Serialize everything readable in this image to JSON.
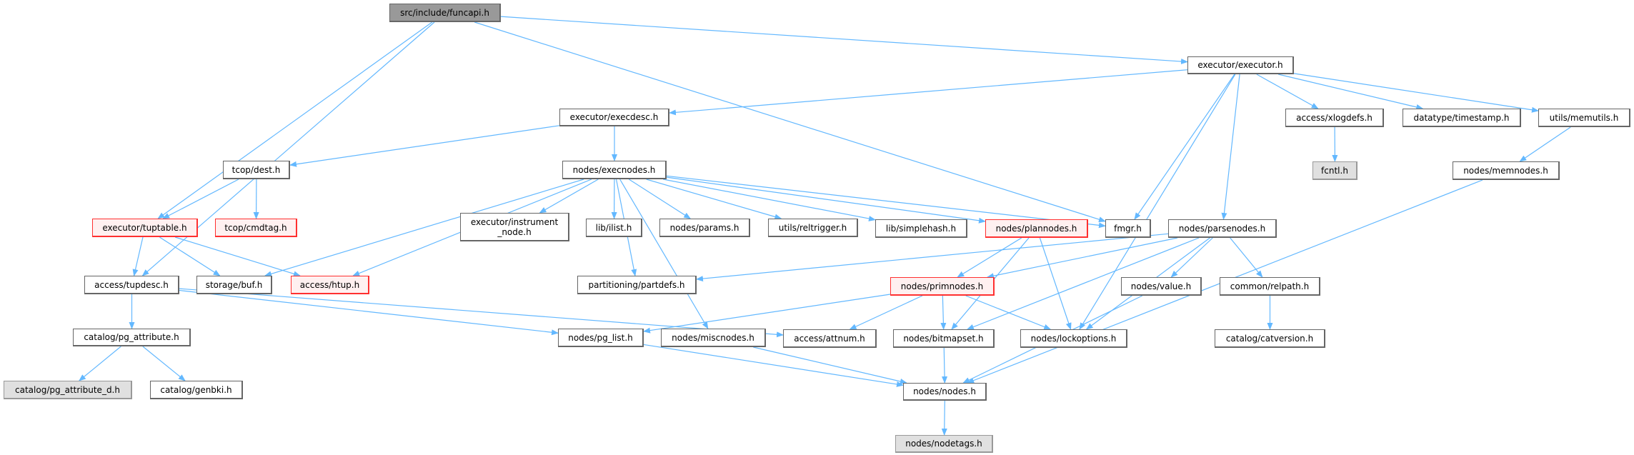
{
  "colors": {
    "edge": "#63b8ff",
    "border": "#666666",
    "red_border": "#ff3030",
    "red_fill": "#fff0f0",
    "gray_fill": "#e0e0e0",
    "root_fill": "#999999"
  },
  "nodes": {
    "funcapi": "src/include/funcapi.h",
    "executor": "executor/executor.h",
    "execdesc": "executor/execdesc.h",
    "xlogdefs": "access/xlogdefs.h",
    "timestamp": "datatype/timestamp.h",
    "memutils": "utils/memutils.h",
    "dest": "tcop/dest.h",
    "execnodes": "nodes/execnodes.h",
    "fcntl": "fcntl.h",
    "memnodes": "nodes/memnodes.h",
    "tuptable": "executor/tuptable.h",
    "cmdtag": "tcop/cmdtag.h",
    "instrument": "executor/instrument\n_node.h",
    "ilist": "lib/ilist.h",
    "params": "nodes/params.h",
    "reltrigger": "utils/reltrigger.h",
    "simplehash": "lib/simplehash.h",
    "plannodes": "nodes/plannodes.h",
    "fmgr": "fmgr.h",
    "parsenodes": "nodes/parsenodes.h",
    "tupdesc": "access/tupdesc.h",
    "buf": "storage/buf.h",
    "htup": "access/htup.h",
    "partdefs": "partitioning/partdefs.h",
    "primnodes": "nodes/primnodes.h",
    "value": "nodes/value.h",
    "relpath": "common/relpath.h",
    "pg_attribute": "catalog/pg_attribute.h",
    "pg_list": "nodes/pg_list.h",
    "miscnodes": "nodes/miscnodes.h",
    "attnum": "access/attnum.h",
    "bitmapset": "nodes/bitmapset.h",
    "lockoptions": "nodes/lockoptions.h",
    "catversion": "catalog/catversion.h",
    "pg_attribute_d": "catalog/pg_attribute_d.h",
    "genbki": "catalog/genbki.h",
    "nodes": "nodes/nodes.h",
    "nodetags": "nodes/nodetags.h"
  },
  "node_styles": {
    "funcapi": "root",
    "tuptable": "red",
    "cmdtag": "red",
    "htup": "red",
    "plannodes": "red",
    "primnodes": "red",
    "fcntl": "gray",
    "pg_attribute_d": "gray",
    "nodetags": "gray"
  },
  "edges": [
    [
      "funcapi",
      "executor"
    ],
    [
      "funcapi",
      "tuptable"
    ],
    [
      "funcapi",
      "tupdesc"
    ],
    [
      "funcapi",
      "fmgr"
    ],
    [
      "executor",
      "execdesc"
    ],
    [
      "executor",
      "xlogdefs"
    ],
    [
      "executor",
      "timestamp"
    ],
    [
      "executor",
      "memutils"
    ],
    [
      "executor",
      "fmgr"
    ],
    [
      "executor",
      "parsenodes"
    ],
    [
      "executor",
      "lockoptions"
    ],
    [
      "execdesc",
      "dest"
    ],
    [
      "execdesc",
      "execnodes"
    ],
    [
      "dest",
      "tuptable"
    ],
    [
      "dest",
      "cmdtag"
    ],
    [
      "execnodes",
      "instrument"
    ],
    [
      "execnodes",
      "ilist"
    ],
    [
      "execnodes",
      "params"
    ],
    [
      "execnodes",
      "reltrigger"
    ],
    [
      "execnodes",
      "simplehash"
    ],
    [
      "execnodes",
      "plannodes"
    ],
    [
      "execnodes",
      "fmgr"
    ],
    [
      "execnodes",
      "buf"
    ],
    [
      "execnodes",
      "htup"
    ],
    [
      "execnodes",
      "partdefs"
    ],
    [
      "execnodes",
      "miscnodes"
    ],
    [
      "tuptable",
      "tupdesc"
    ],
    [
      "tuptable",
      "buf"
    ],
    [
      "tuptable",
      "htup"
    ],
    [
      "tupdesc",
      "pg_attribute"
    ],
    [
      "tupdesc",
      "pg_list"
    ],
    [
      "tupdesc",
      "attnum"
    ],
    [
      "pg_attribute",
      "pg_attribute_d"
    ],
    [
      "pg_attribute",
      "genbki"
    ],
    [
      "xlogdefs",
      "fcntl"
    ],
    [
      "memutils",
      "memnodes"
    ],
    [
      "memnodes",
      "nodes"
    ],
    [
      "plannodes",
      "primnodes"
    ],
    [
      "plannodes",
      "bitmapset"
    ],
    [
      "plannodes",
      "lockoptions"
    ],
    [
      "parsenodes",
      "partdefs"
    ],
    [
      "parsenodes",
      "primnodes"
    ],
    [
      "parsenodes",
      "bitmapset"
    ],
    [
      "parsenodes",
      "lockoptions"
    ],
    [
      "parsenodes",
      "value"
    ],
    [
      "parsenodes",
      "relpath"
    ],
    [
      "primnodes",
      "pg_list"
    ],
    [
      "primnodes",
      "attnum"
    ],
    [
      "primnodes",
      "bitmapset"
    ],
    [
      "primnodes",
      "lockoptions"
    ],
    [
      "value",
      "nodes"
    ],
    [
      "relpath",
      "catversion"
    ],
    [
      "bitmapset",
      "nodes"
    ],
    [
      "pg_list",
      "nodes"
    ],
    [
      "miscnodes",
      "nodes"
    ],
    [
      "nodes",
      "nodetags"
    ]
  ]
}
